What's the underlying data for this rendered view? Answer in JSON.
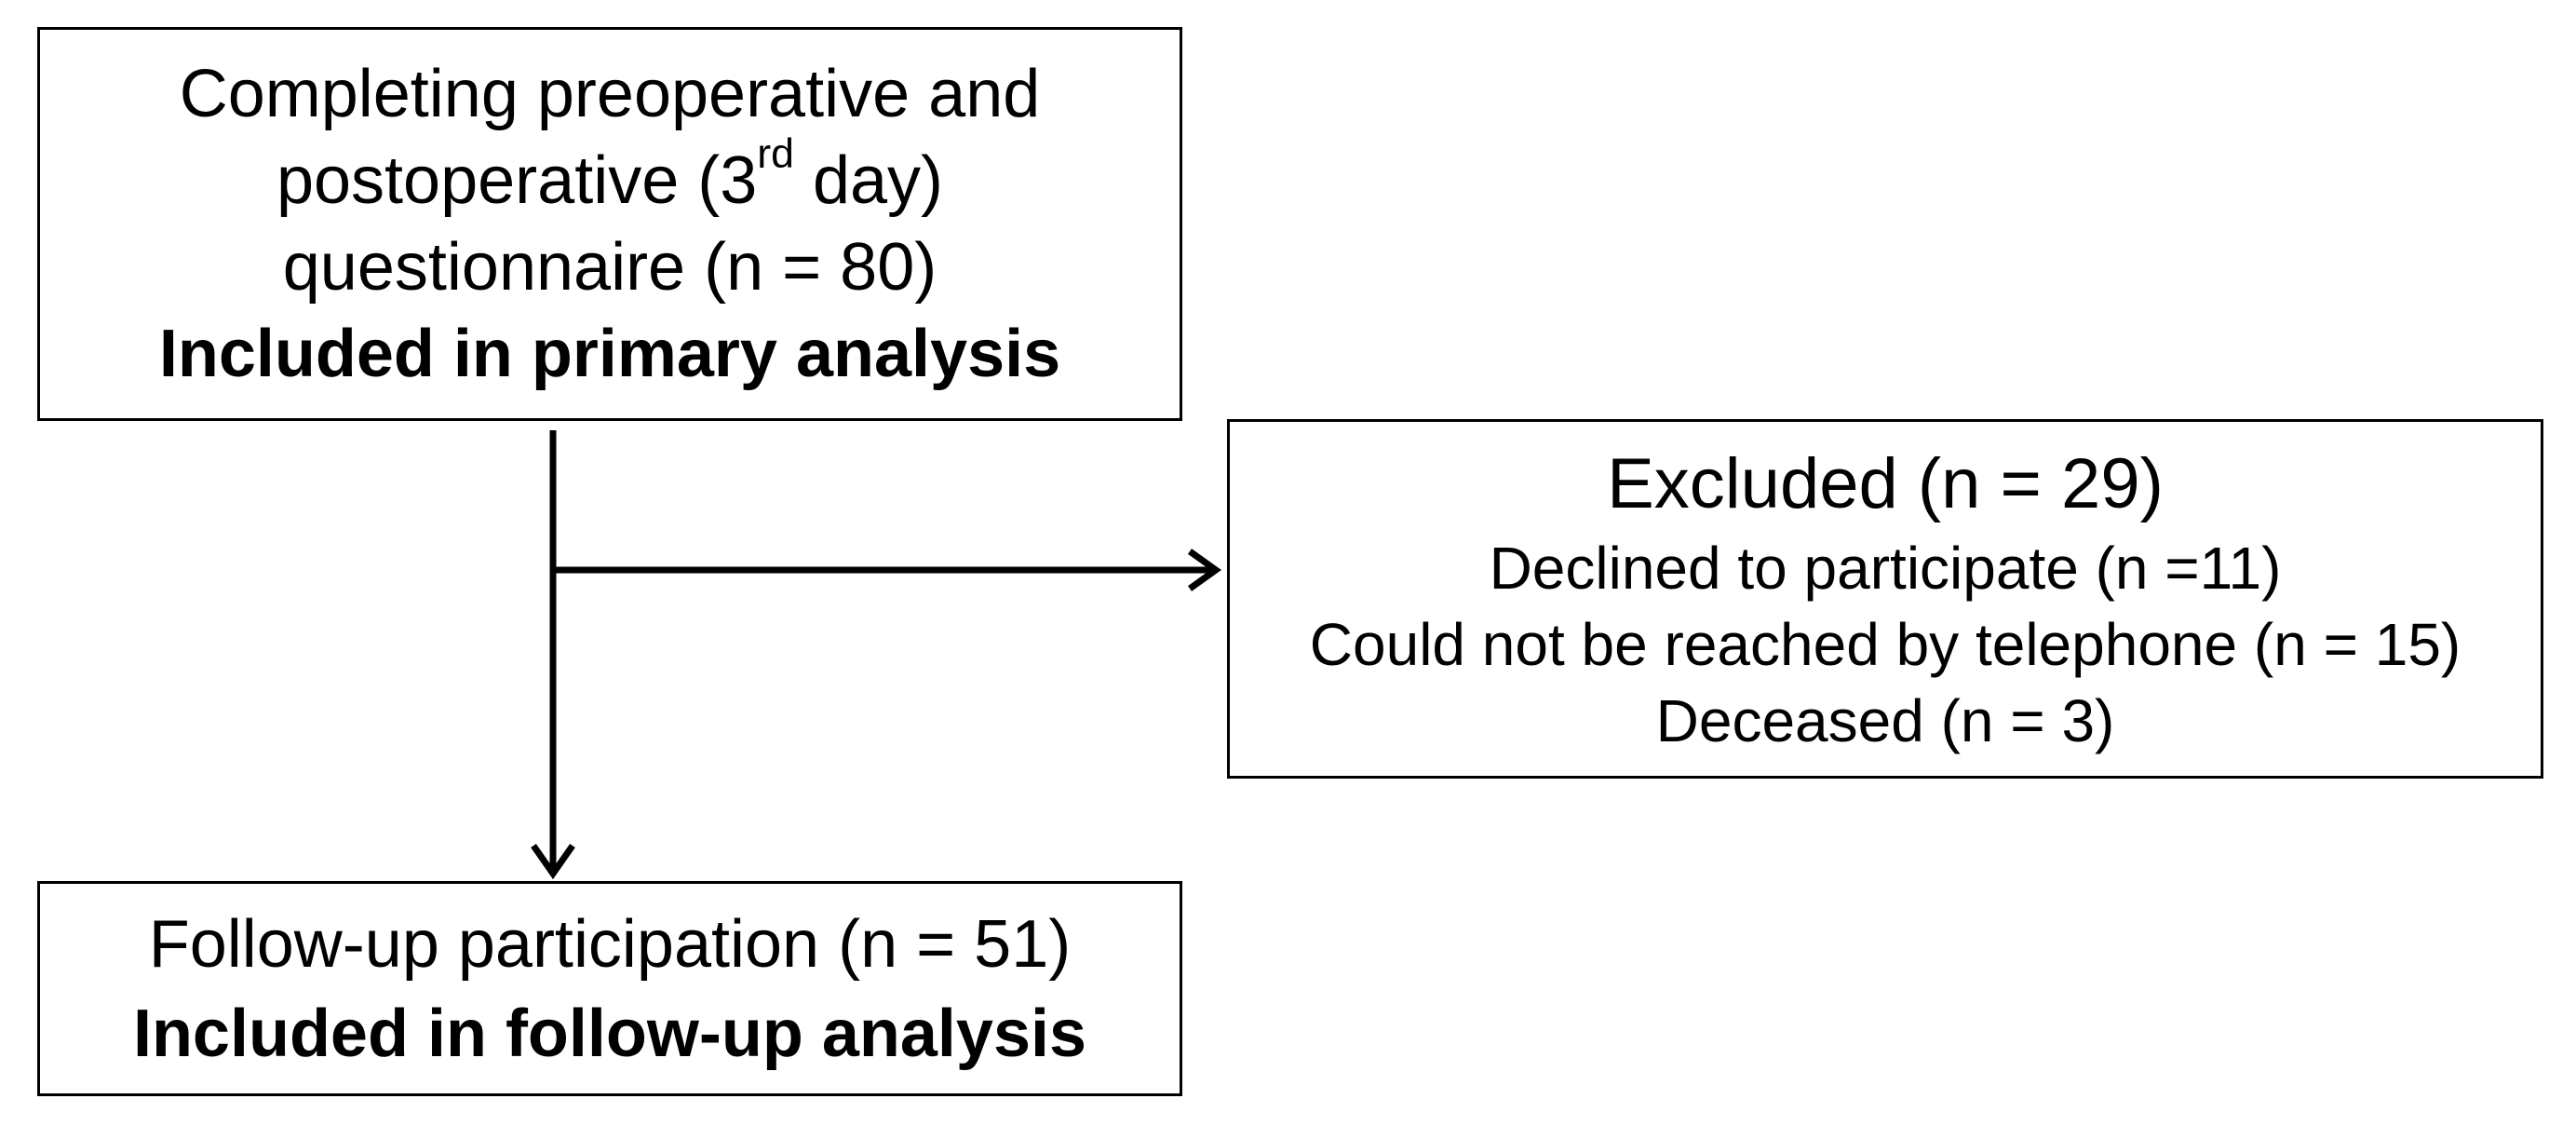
{
  "diagram": {
    "top_box": {
      "line1": "Completing preoperative and",
      "line2_before": "postoperative (3",
      "line2_sup": "rd",
      "line2_after": " day)",
      "line3": "questionnaire (n = 80)",
      "line4": "Included in primary analysis"
    },
    "excluded_box": {
      "heading": "Excluded (n = 29)",
      "items": [
        "Declined to participate (n =11)",
        "Could not be reached by telephone (n = 15)",
        "Deceased (n = 3)"
      ]
    },
    "bottom_box": {
      "line1": "Follow-up participation (n = 51)",
      "line2": "Included in follow-up analysis"
    },
    "colors": {
      "stroke": "#000000",
      "background": "#ffffff"
    }
  }
}
